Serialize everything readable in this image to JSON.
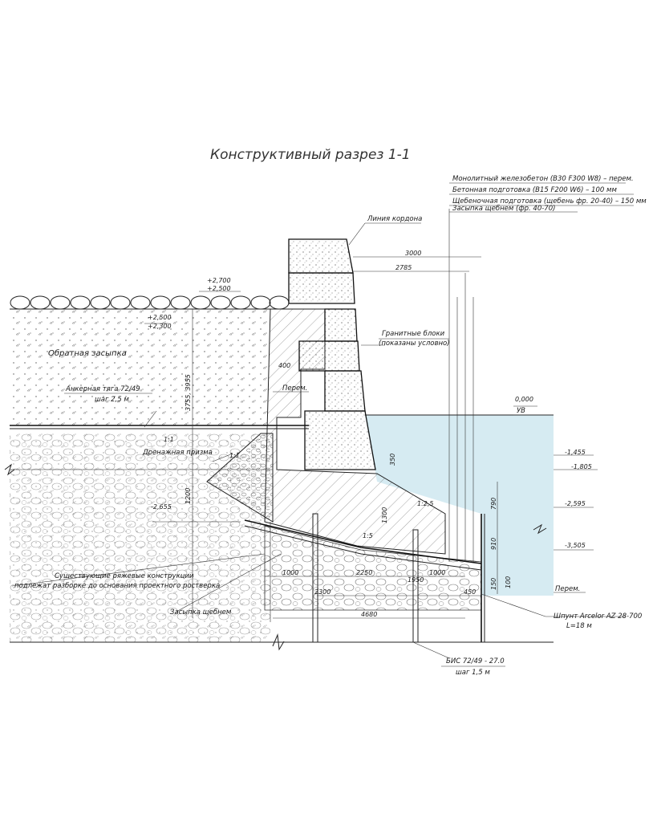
{
  "title": "Конструктивный разрез 1-1",
  "layers": [
    "Монолитный железобетон (В30 F300 W8) – перем.",
    "Бетонная подготовка (В15 F200 W6) – 100 мм",
    "Щебеночная подготовка (щебень фр. 20-40) – 150 мм",
    "Засыпка щебнем (фр. 40-70)"
  ],
  "labels": {
    "kerb_line": "Линия кордона",
    "granite_blocks_1": "Гранитные блоки",
    "granite_blocks_2": "(показаны условно)",
    "backfill": "Обратная засыпка",
    "anchor_1": "Анкерная тяга 72/49",
    "anchor_2": "шаг 2,5 м",
    "drain_prism": "Дренажная призма",
    "existing_1": "Существующие ряжевые конструкции",
    "existing_2": "подлежат разборке до основания проектного ростверка",
    "gravel_fill": "Засыпка щебнем",
    "sheetpile_1": "Шпунт Arcelor AZ 28-700",
    "sheetpile_2": "L=18 м",
    "pile_1": "БИС 72/49 - 27.0",
    "pile_2": "шаг 1,5 м",
    "water_level": "УВ",
    "var": "Перем.",
    "var2": "Перем."
  },
  "elevations": {
    "e1a": "+2,700",
    "e1b": "+2,500",
    "e2a": "+2,500",
    "e2b": "+2,300",
    "e0": "0,000",
    "e3": "-1,455",
    "e4": "-1,805",
    "e5": "-2,595",
    "e6": "-2,655",
    "e7": "-3,505"
  },
  "dimensions": {
    "d3000": "3000",
    "d2785": "2785",
    "d400": "400",
    "d3755": "3755, 3955",
    "d1200": "1200",
    "d350": "350",
    "d1300": "1300",
    "d790": "790",
    "d910": "910",
    "d150": "150",
    "d100": "100",
    "d1000a": "1000",
    "d2250": "2250",
    "d1000b": "1000",
    "d2300": "2300",
    "d1950": "1950",
    "d450": "450",
    "d4680": "4680",
    "slope1": "1:1",
    "slope2": "1:1",
    "slope3": "1:5",
    "slope4": "1:2,5"
  }
}
